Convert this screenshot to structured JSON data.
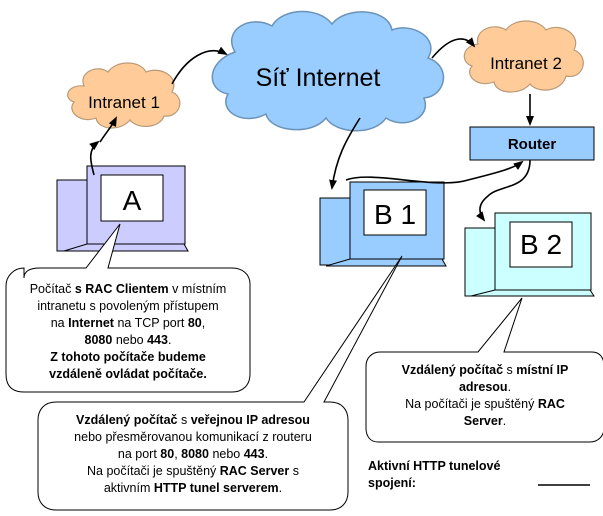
{
  "clouds": {
    "internet": "Síť Internet",
    "intranet1": "Intranet 1",
    "intranet2": "Intranet 2"
  },
  "router": "Router",
  "computers": {
    "a": "A",
    "b1": "B 1",
    "b2": "B 2"
  },
  "callout_a": {
    "l1a": "Počítač ",
    "l1b": "s RAC Clientem",
    "l1c": " v místním",
    "l2": "intranetu s povoleným přístupem",
    "l3a": "na ",
    "l3b": "Internet",
    "l3c": " na TCP port ",
    "l3d": "80",
    "l3e": ",",
    "l4a": "8080",
    "l4b": " nebo ",
    "l4c": "443",
    "l4d": ".",
    "l5": "Z tohoto počítače budeme",
    "l6": "vzdáleně ovládat počítače."
  },
  "callout_b1": {
    "l1a": "Vzdálený počítač",
    "l1b": " s ",
    "l1c": "veřejnou IP adresou",
    "l2": "nebo přesměrovanou komunikací z routeru",
    "l3a": "na port ",
    "l3b": "80",
    "l3c": ", ",
    "l3d": "8080",
    "l3e": " nebo ",
    "l3f": "443",
    "l3g": ".",
    "l4a": "Na počítači je spuštěný ",
    "l4b": "RAC Server",
    "l4c": " s",
    "l5a": "aktivním ",
    "l5b": "HTTP tunel serverem",
    "l5c": "."
  },
  "callout_b2": {
    "l1a": "Vzdálený počítač",
    "l1b": " s ",
    "l1c": "místní IP",
    "l2a": "adresou",
    "l2b": ".",
    "l3": "Na počítači je spuštěný ",
    "l3b": "RAC",
    "l4a": "Server",
    "l4b": "."
  },
  "legend": {
    "line1": "Aktivní HTTP tunelové",
    "line2": "spojení:"
  },
  "colors": {
    "cloud_internet": "#99ccff",
    "cloud_intranet": "#ffcc99",
    "router_box": "#99ccff",
    "computer_a": "#ccccff",
    "computer_b1": "#99ccff",
    "computer_b2": "#ccffff"
  }
}
